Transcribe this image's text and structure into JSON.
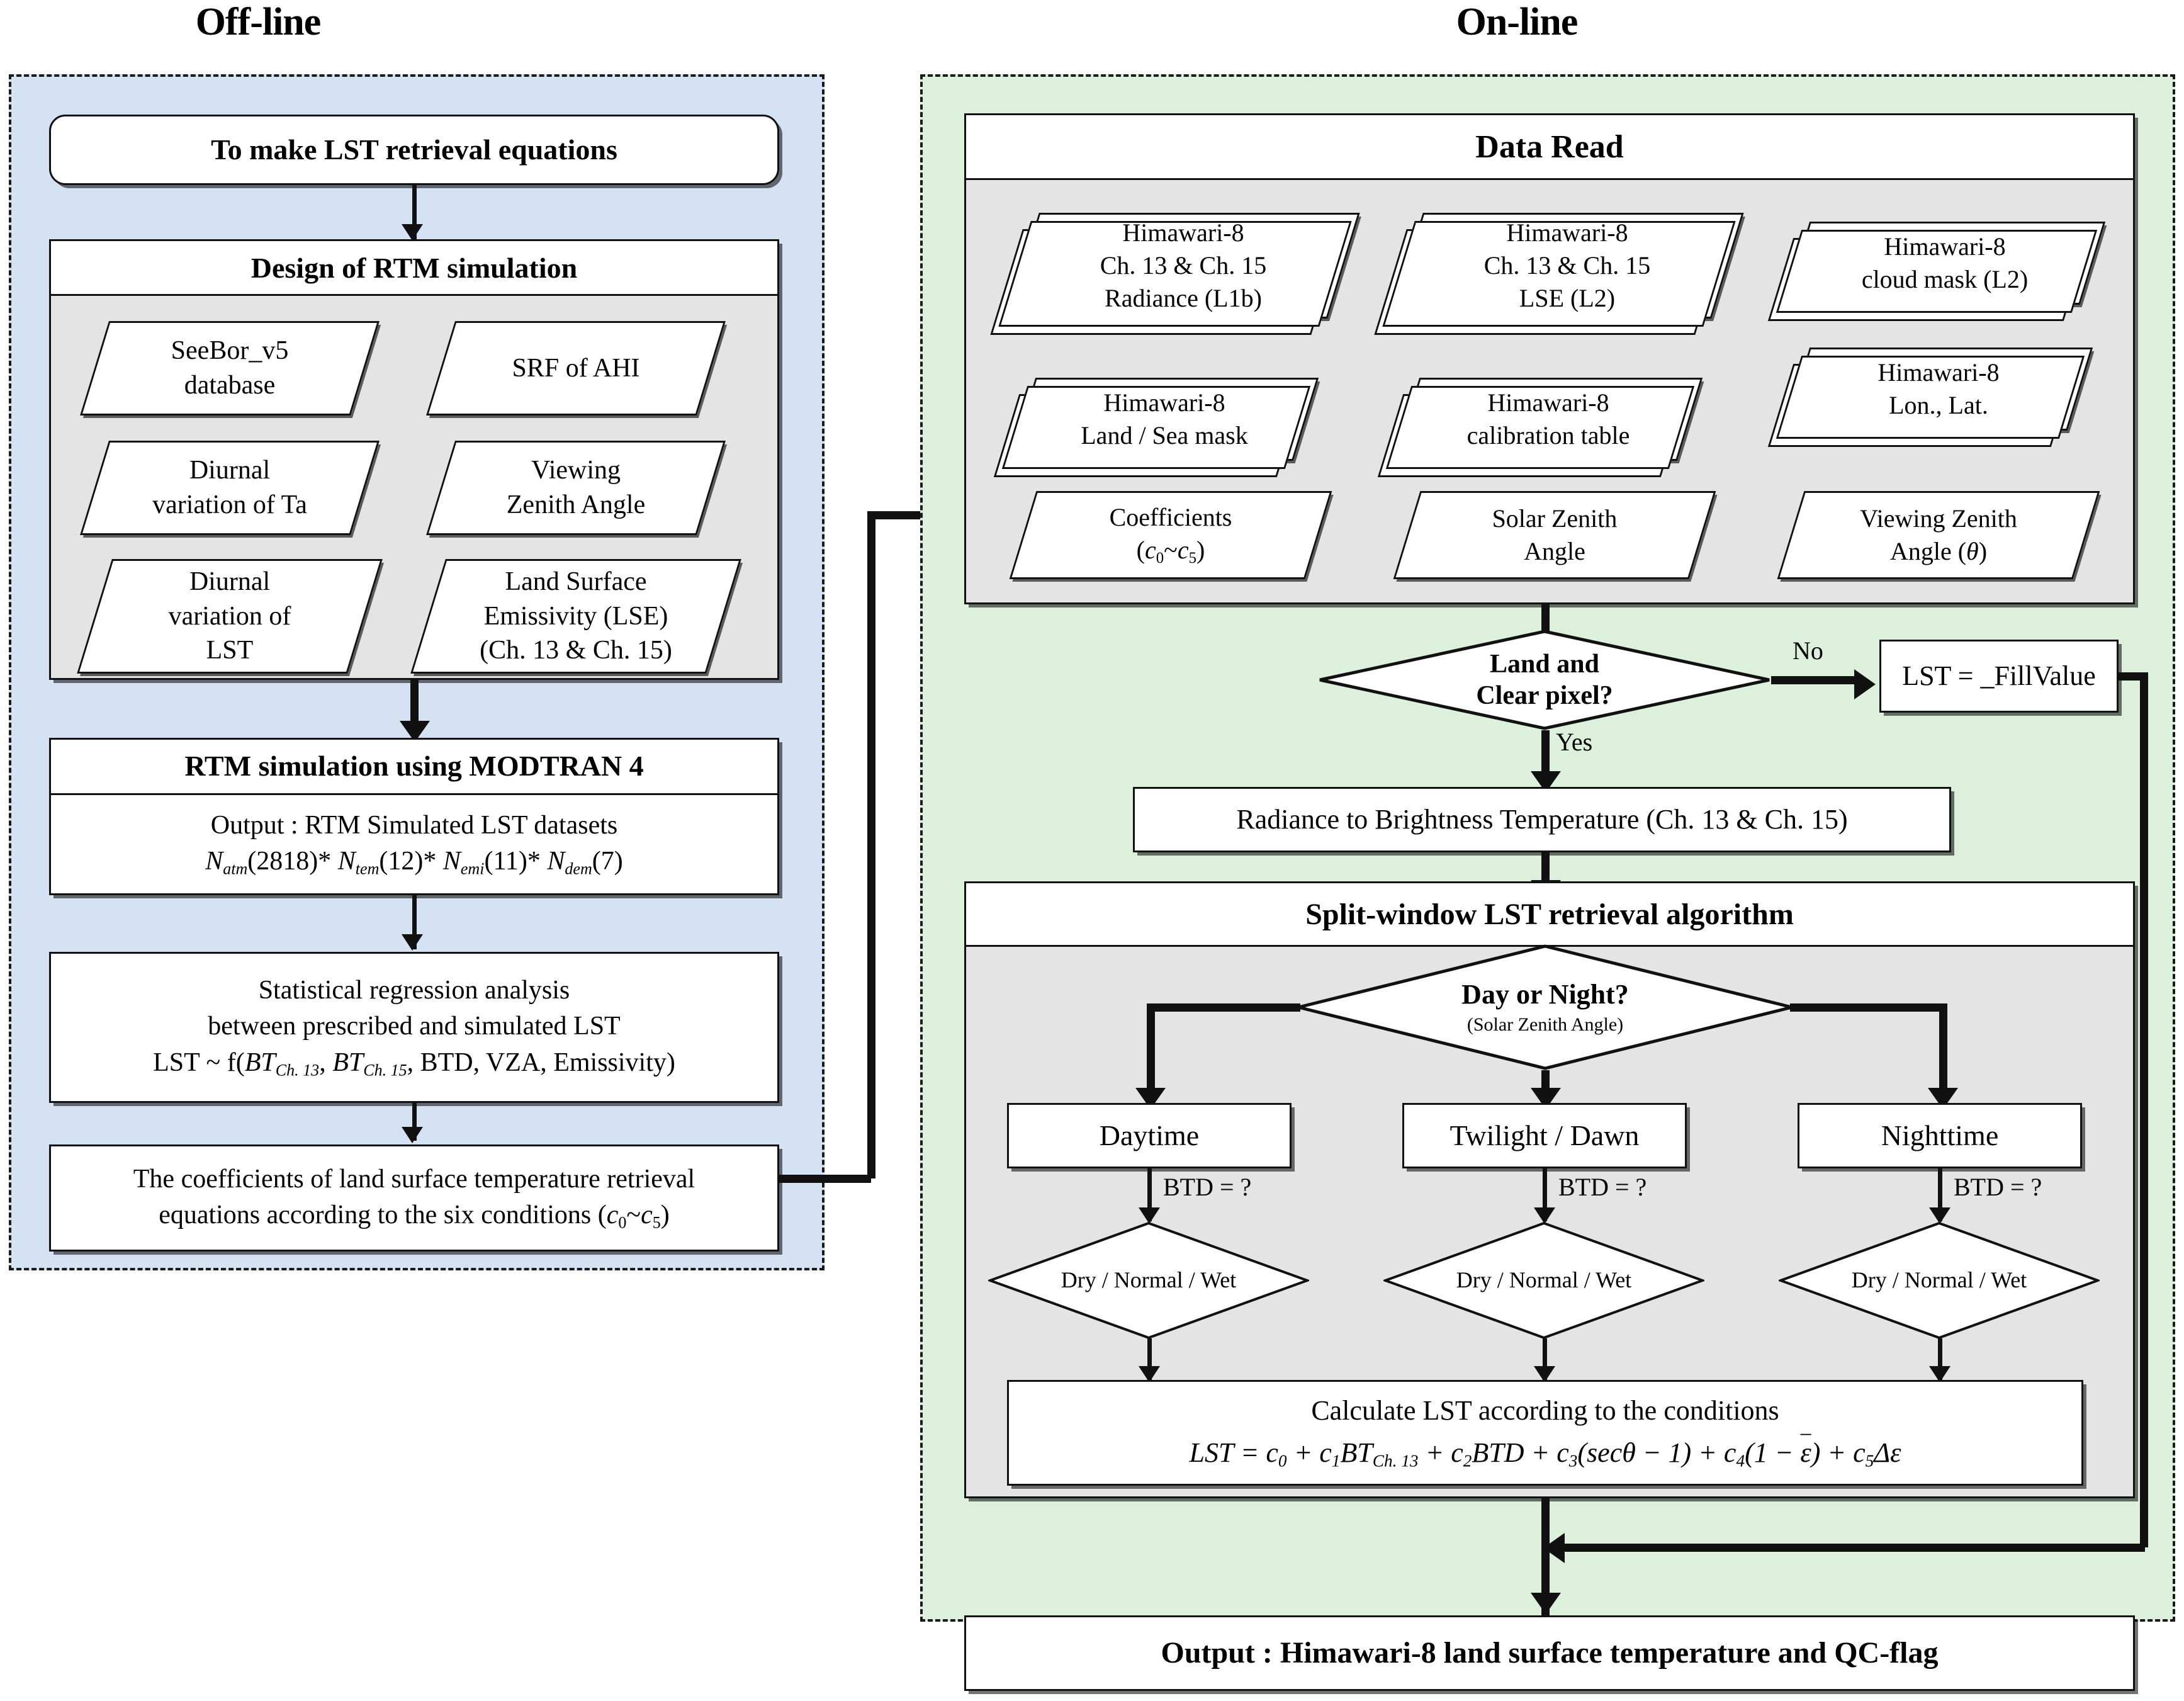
{
  "titles": {
    "offline": "Off-line",
    "online": "On-line"
  },
  "offline": {
    "start": "To make LST retrieval equations",
    "design": {
      "header": "Design of RTM simulation",
      "items": [
        "SeeBor_v5\ndatabase",
        "SRF of AHI",
        "Diurnal\nvariation of Ta",
        "Viewing\nZenith Angle",
        "Diurnal\nvariation of\nLST",
        "Land Surface\nEmissivity (LSE)\n(Ch. 13 & Ch. 15)"
      ]
    },
    "rtm": {
      "header": "RTM simulation using MODTRAN 4",
      "line1": "Output : RTM Simulated LST datasets",
      "line2": "Natm(2818)* Ntem(12)* Nemi(11)* Ndem(7)"
    },
    "regression": {
      "line1": "Statistical regression analysis",
      "line2": "between prescribed and simulated LST",
      "line3": "LST ~ f(BTCh. 13, BTCh. 15, BTD, VZA, Emissivity)"
    },
    "coefficients": {
      "line1": "The coefficients of land surface temperature retrieval",
      "line2": "equations according to the six conditions (c0~c5)"
    }
  },
  "online": {
    "data_read": {
      "header": "Data Read",
      "items": [
        "Himawari-8\nCh. 13 & Ch. 15\nRadiance (L1b)",
        "Himawari-8\nCh. 13 & Ch. 15\nLSE (L2)",
        "Himawari-8\ncloud mask (L2)",
        "Himawari-8\nLand / Sea mask",
        "Himawari-8\ncalibration table",
        "Himawari-8\nLon., Lat.",
        "Coefficients\n(c0~c5)",
        "Solar Zenith\nAngle",
        "Viewing Zenith\nAngle (θ)"
      ]
    },
    "decision_land": {
      "line1": "Land and",
      "line2": "Clear pixel?",
      "yes": "Yes",
      "no": "No"
    },
    "fill_value": "LST = _FillValue",
    "radiance_to_bt": "Radiance to Brightness Temperature (Ch. 13 & Ch. 15)",
    "split_window": {
      "header": "Split-window LST retrieval algorithm",
      "day_night": {
        "line1": "Day or Night?",
        "line2": "(Solar Zenith Angle)"
      },
      "branches": [
        "Daytime",
        "Twilight / Dawn",
        "Nighttime"
      ],
      "btd_label": "BTD = ?",
      "condition_label": "Dry / Normal / Wet",
      "calc": {
        "line1": "Calculate LST according to the conditions",
        "equation": "LST = c0 + c1BTCh. 13 + c2BTD + c3(secθ − 1) + c4(1 − ε̄) + c5Δε"
      }
    },
    "output": "Output : Himawari-8 land surface temperature and QC-flag"
  },
  "colors": {
    "offline_panel": "#d4e2f4",
    "online_panel": "#dcf0dc",
    "group_fill": "#e4e4e4",
    "stroke": "#111111"
  }
}
